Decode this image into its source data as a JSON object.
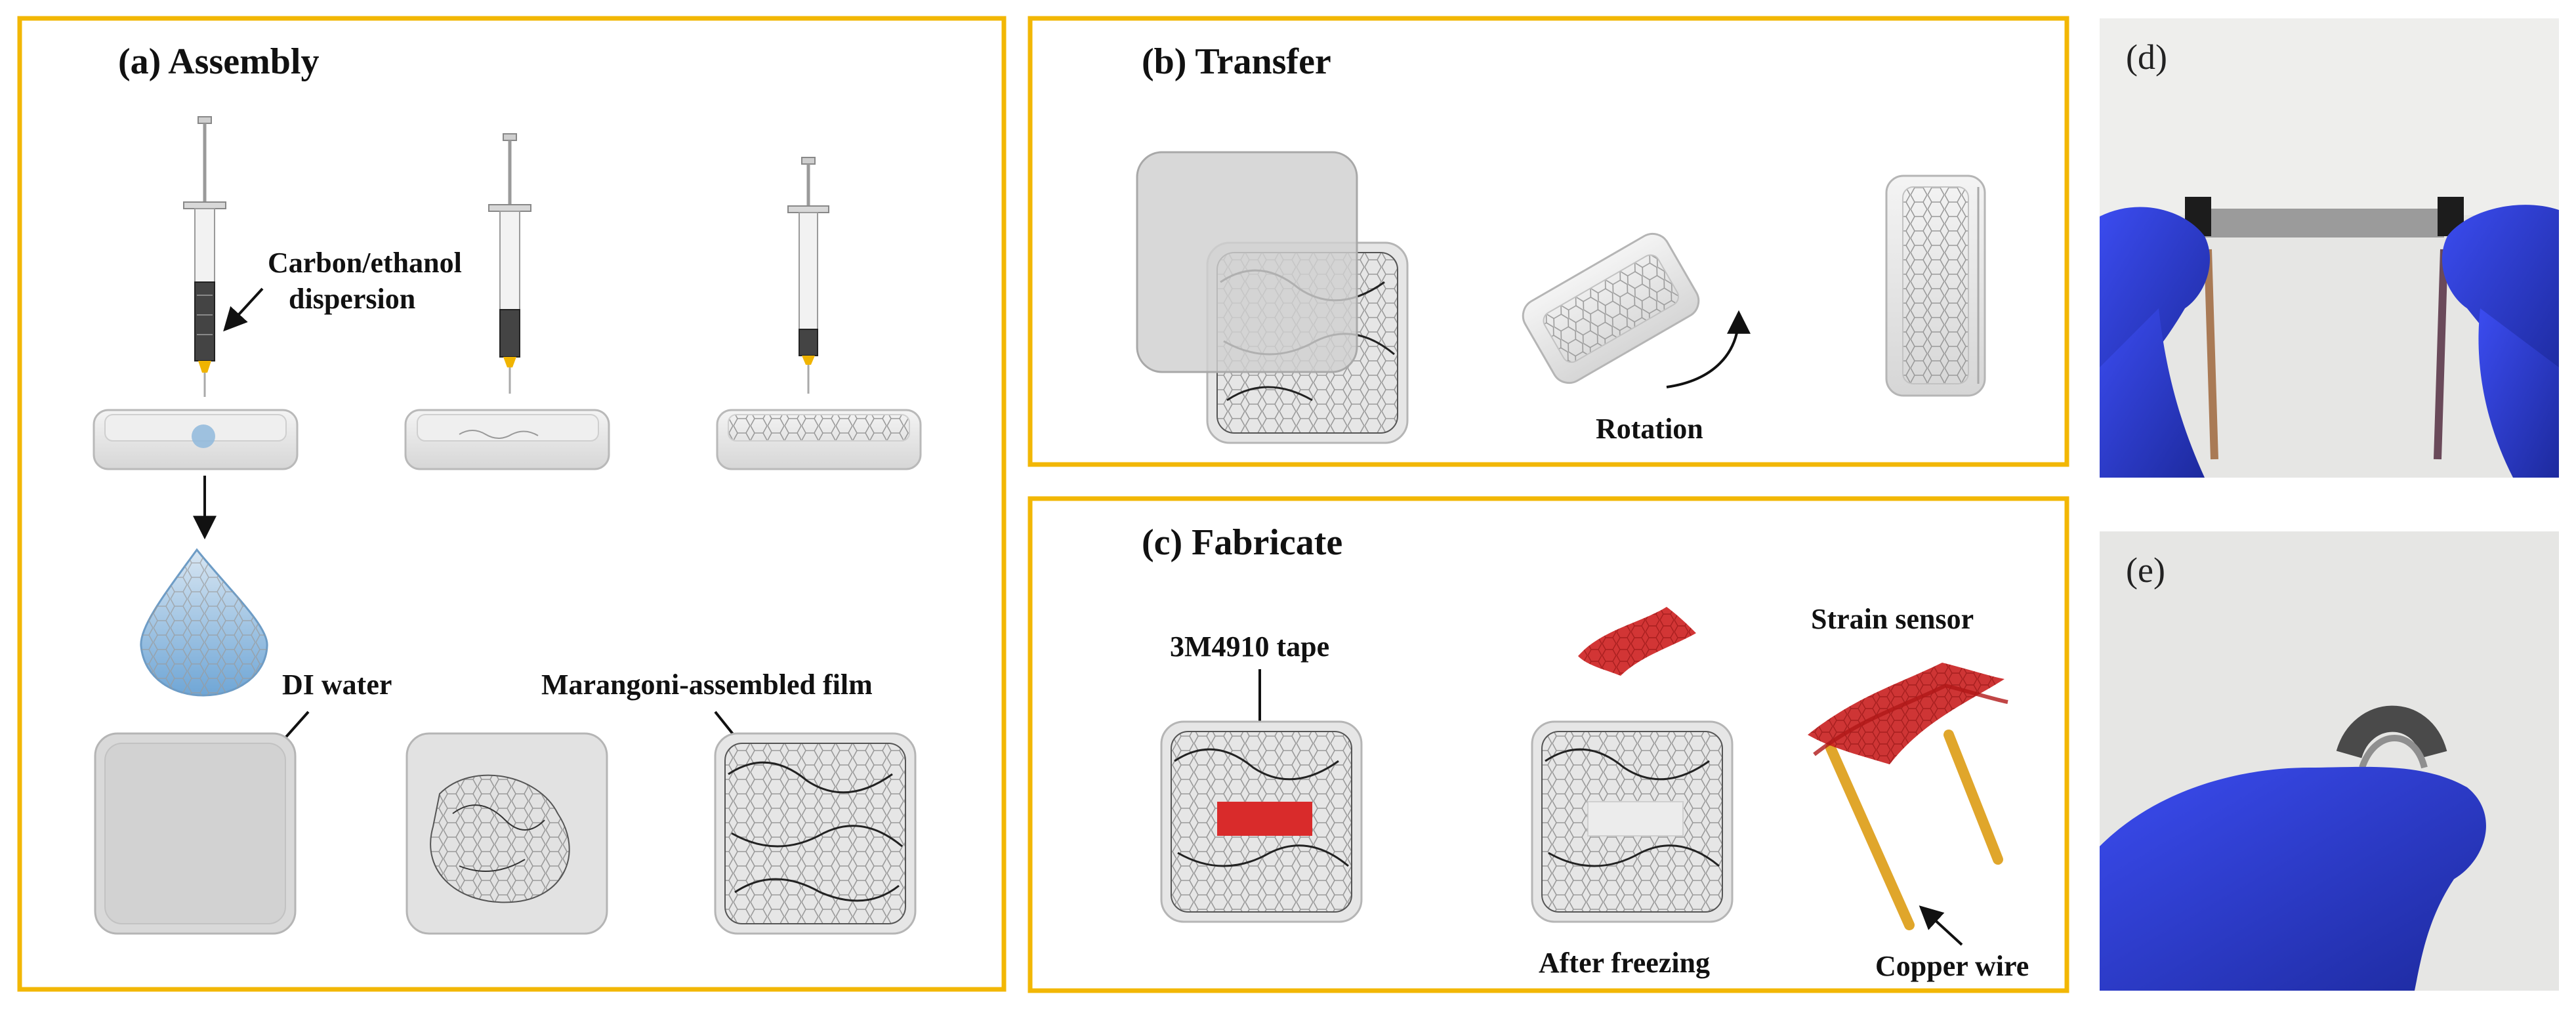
{
  "panels": {
    "a": {
      "title": "(a) Assembly",
      "labels": {
        "dispersion_line1": "Carbon/ethanol",
        "dispersion_line2": "dispersion",
        "water": "DI water",
        "film": "Marangoni-assembled film"
      }
    },
    "b": {
      "title": "(b) Transfer",
      "labels": {
        "rotation": "Rotation"
      }
    },
    "c": {
      "title": "(c) Fabricate",
      "labels": {
        "tape": "3M4910 tape",
        "freezing": "After freezing",
        "sensor": "Strain sensor",
        "copper": "Copper wire"
      }
    },
    "d": {
      "title": "(d)"
    },
    "e": {
      "title": "(e)"
    }
  },
  "colors": {
    "frame": "#f2b705",
    "dish_fill": "#e4e4e4",
    "dish_edge": "#b9b9b9",
    "tape_red": "#d92b2b",
    "copper": "#e0a62b",
    "glove_blue": "#2f3fd8",
    "photo_bg": "#e6e6e4"
  }
}
